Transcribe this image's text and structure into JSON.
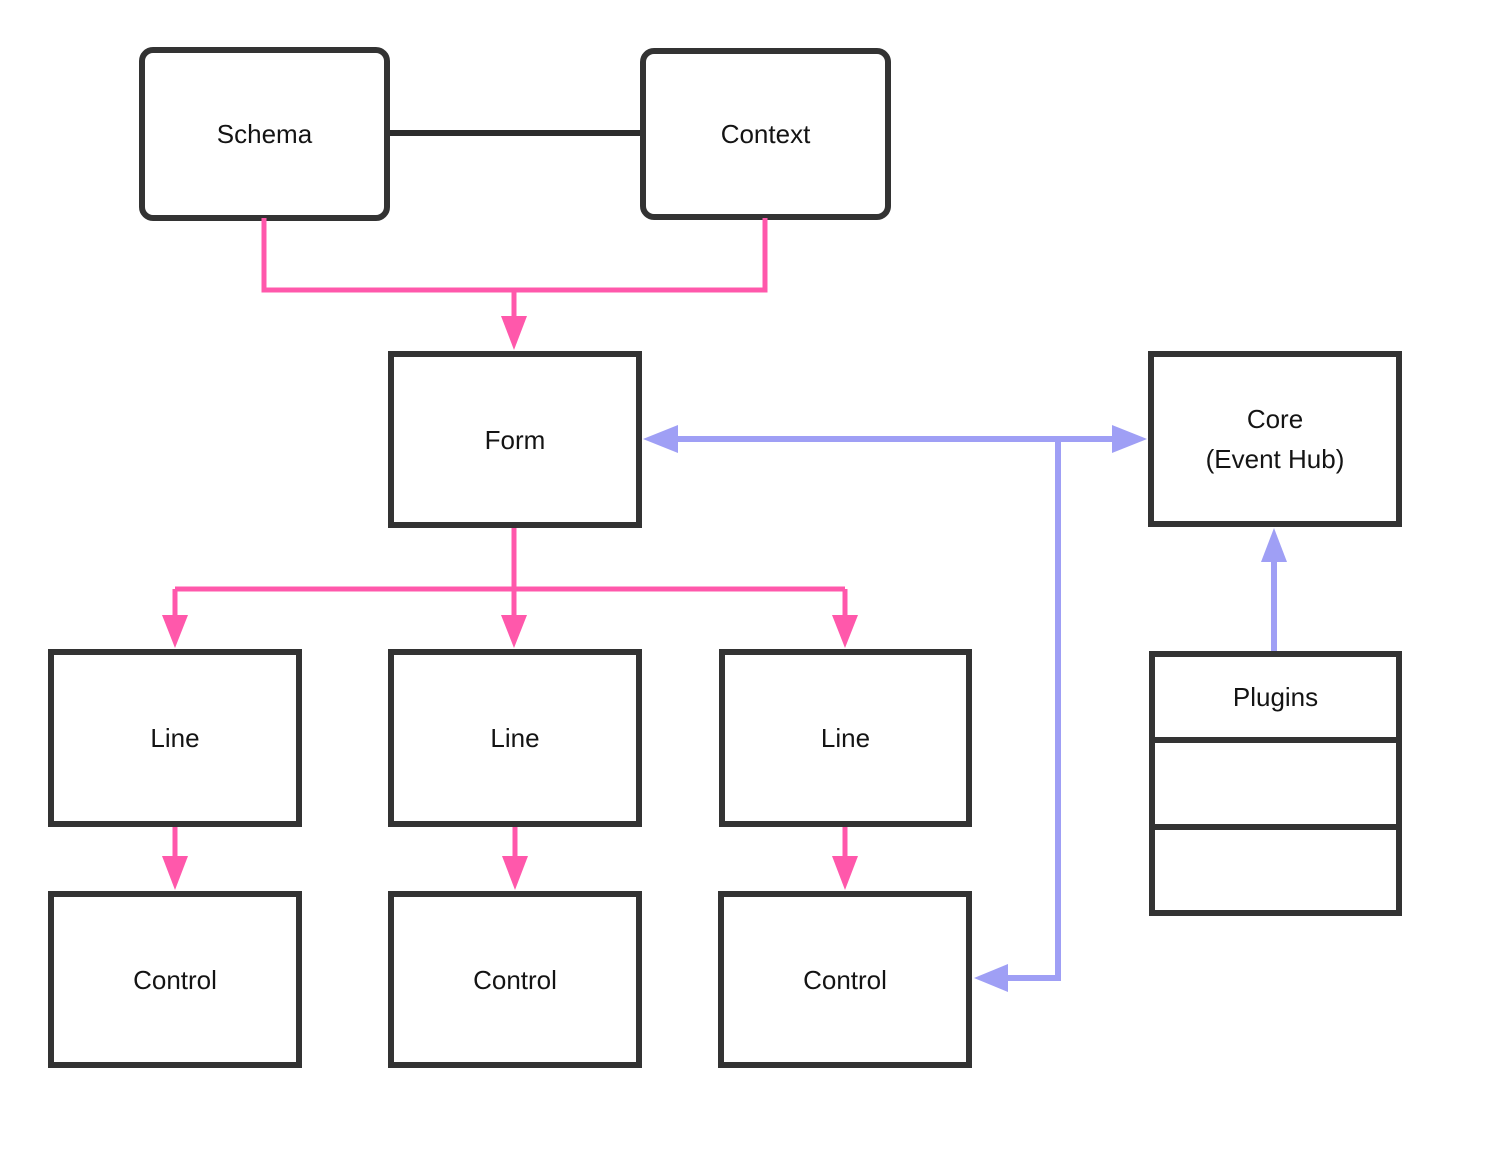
{
  "diagram": {
    "nodes": {
      "schema": {
        "label": "Schema"
      },
      "context": {
        "label": "Context"
      },
      "form": {
        "label": "Form"
      },
      "core": {
        "label_line1": "Core",
        "label_line2": "(Event Hub)"
      },
      "lines": [
        {
          "label": "Line"
        },
        {
          "label": "Line"
        },
        {
          "label": "Line"
        }
      ],
      "controls": [
        {
          "label": "Control"
        },
        {
          "label": "Control"
        },
        {
          "label": "Control"
        }
      ],
      "plugins": {
        "label": "Plugins",
        "empty_rows": 2
      }
    },
    "edges": [
      {
        "from": "schema",
        "to": "context",
        "style": "plain",
        "color": "black"
      },
      {
        "from": "schema",
        "to": "form",
        "style": "arrow",
        "color": "pink"
      },
      {
        "from": "context",
        "to": "form",
        "style": "arrow",
        "color": "pink"
      },
      {
        "from": "form",
        "to": "line-1",
        "style": "arrow",
        "color": "pink"
      },
      {
        "from": "form",
        "to": "line-2",
        "style": "arrow",
        "color": "pink"
      },
      {
        "from": "form",
        "to": "line-3",
        "style": "arrow",
        "color": "pink"
      },
      {
        "from": "line-1",
        "to": "control-1",
        "style": "arrow",
        "color": "pink"
      },
      {
        "from": "line-2",
        "to": "control-2",
        "style": "arrow",
        "color": "pink"
      },
      {
        "from": "line-3",
        "to": "control-3",
        "style": "arrow",
        "color": "pink"
      },
      {
        "from": "form",
        "to": "core",
        "style": "double-arrow",
        "color": "purple"
      },
      {
        "from": "form-core-link",
        "to": "control-3",
        "style": "arrow",
        "color": "purple"
      },
      {
        "from": "plugins",
        "to": "core",
        "style": "arrow",
        "color": "purple"
      }
    ]
  },
  "colors": {
    "ink": "#333333",
    "link": "#2c2c2c",
    "pink": "#ff58ab",
    "purple": "#9f9ff5",
    "text": "#141414",
    "bg": "#ffffff"
  }
}
